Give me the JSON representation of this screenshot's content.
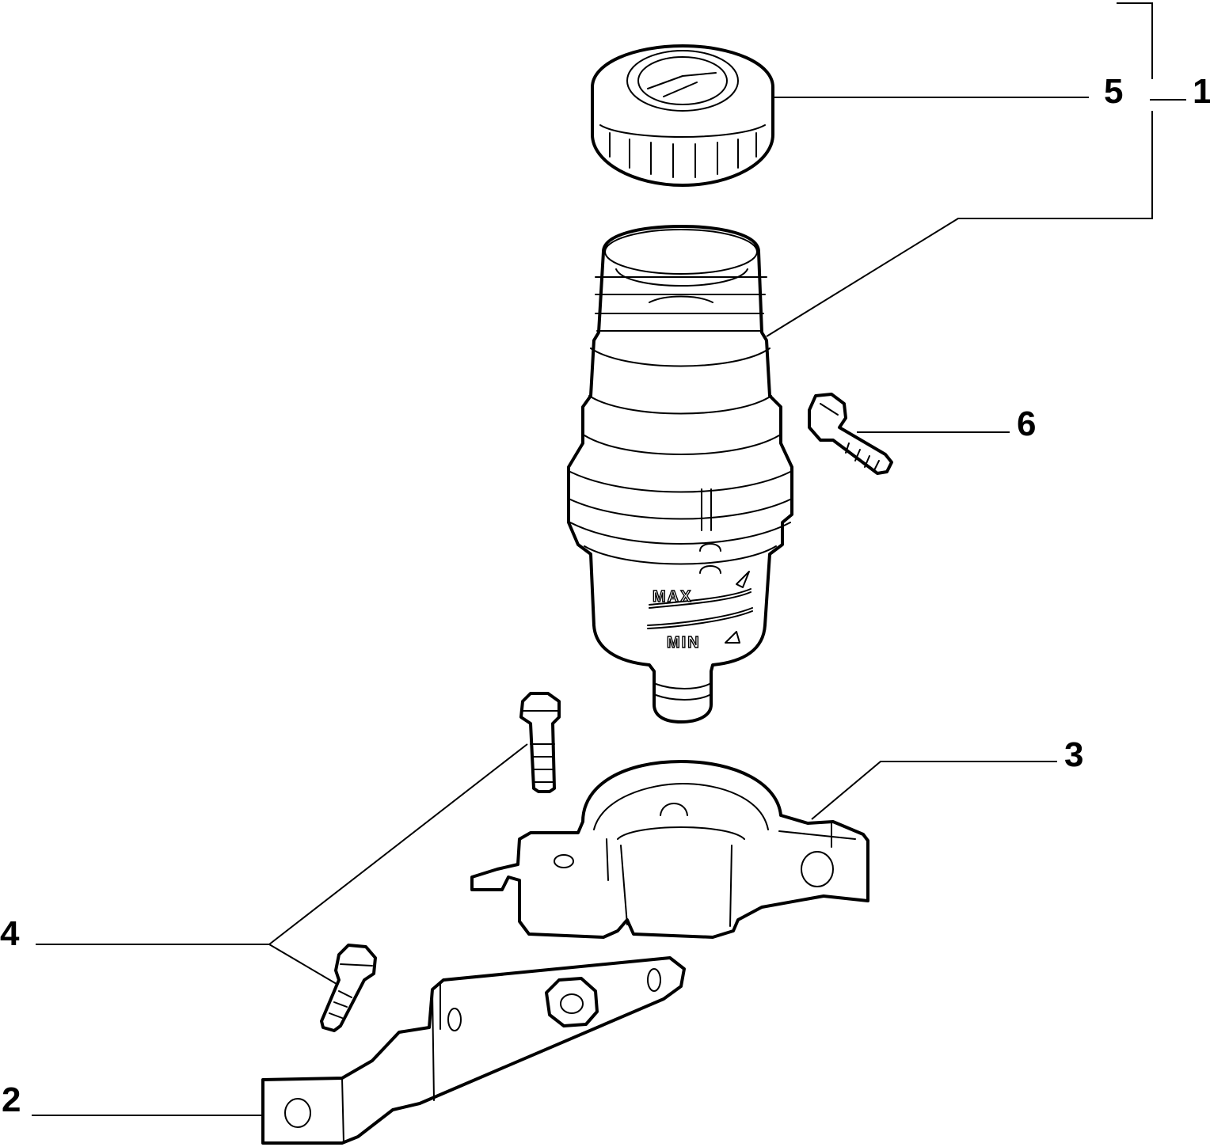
{
  "callouts": {
    "c1": "1",
    "c2": "2",
    "c3": "3",
    "c4": "4",
    "c5": "5",
    "c6": "6"
  },
  "reservoir_marks": {
    "max": "MAX",
    "min": "MIN"
  },
  "colors": {
    "line": "#000000",
    "background": "#ffffff"
  }
}
